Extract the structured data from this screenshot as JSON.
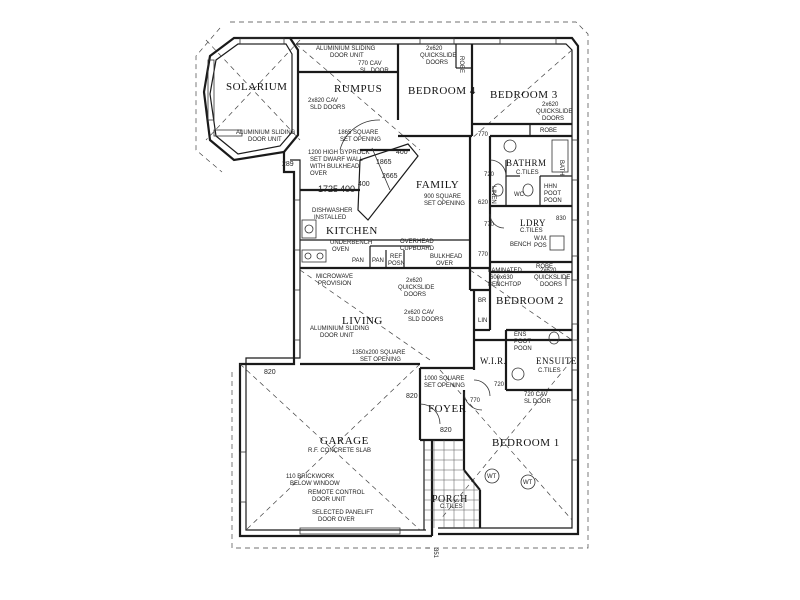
{
  "rooms": {
    "solarium": "SOLARIUM",
    "rumpus": "RUMPUS",
    "bedroom4": "BEDROOM 4",
    "bedroom3": "BEDROOM 3",
    "bathrm": "BATHRM",
    "family": "FAMILY",
    "kitchen": "KITCHEN",
    "ldry": "LDRY",
    "living": "LIVING",
    "bedroom2": "BEDROOM 2",
    "wir": "W.I.R.",
    "ensuite": "ENSUITE",
    "foyer": "FOYER",
    "garage": "GARAGE",
    "bedroom1": "BEDROOM 1",
    "porch": "PORCH"
  },
  "notes": {
    "alum_sliding_top_1": "ALUMINIUM SLIDING",
    "alum_sliding_top_2": "DOOR UNIT",
    "cav_770_1": "770 CAV",
    "cav_770_2": "SL. DOOR",
    "qs_b4_1": "2x620",
    "qs_b4_2": "QUICKSLIDE",
    "qs_b4_3": "DOORS",
    "robe_top": "ROBE",
    "qs_b3_1": "2x620",
    "qs_b3_2": "QUICKSLIDE",
    "qs_b3_3": "DOORS",
    "robe_b3": "ROBE",
    "cav_rumpus_1": "2x820 CAV",
    "cav_rumpus_2": "SLD DOORS",
    "alum_solar_1": "ALUMINIUM SLIDING",
    "alum_solar_2": "DOOR UNIT",
    "sq_1865_1": "1865 SQUARE",
    "sq_1865_2": "SET OPENING",
    "gyprock_1": "1200 HIGH GYPROCK",
    "gyprock_2": "SET DWARF WALL",
    "gyprock_3": "WITH BULKHEAD",
    "gyprock_4": "OVER",
    "dim_289": "289",
    "dim_1865": "1865",
    "dim_400a": "400",
    "dim_2665": "2665",
    "dim_400b": "400",
    "dim_1725": "1725",
    "dim_400c": "400",
    "dim_770a": "770",
    "dim_720a": "720",
    "dim_620a": "620",
    "dim_770b": "770",
    "dim_830": "830",
    "dim_770c": "770",
    "c_tiles_bath": "C.TILES",
    "bath": "BATH",
    "linen": "LINEN",
    "wc": "WC",
    "hhn_1": "HHN",
    "hhn_2": "POOT",
    "hhn_3": "POON",
    "sq_900_1": "900 SQUARE",
    "sq_900_2": "SET OPENING",
    "c_tiles_ldry": "C.TILES",
    "dishwasher_1": "DISHWASHER",
    "dishwasher_2": "INSTALLED",
    "underbench_1": "UNDERBENCH",
    "underbench_2": "OVEN",
    "overhead_1": "OVERHEAD",
    "overhead_2": "CUPBOARD",
    "bench": "BENCH",
    "wm": "W.M.",
    "pos": "POS",
    "robe_b2": "ROBE",
    "pan1": "PAN",
    "pan2": "PAN",
    "ref_1": "REF",
    "ref_2": "POSN",
    "bulkhead_1": "BULKHEAD",
    "bulkhead_2": "OVER",
    "laminated_1": "LAMINATED",
    "laminated_2": "600x630",
    "laminated_3": "BENCHTOP",
    "qs_b2_1": "2x620",
    "qs_b2_2": "QUICKSLIDE",
    "qs_b2_3": "DOORS",
    "microwave_1": "MICROWAVE",
    "microwave_2": "PROVISION",
    "qs_living_1": "2x620",
    "qs_living_2": "QUICKSLIDE",
    "qs_living_3": "DOORS",
    "br": "BR",
    "lin": "LIN",
    "alum_living_1": "ALUMINIUM SLIDING",
    "alum_living_2": "DOOR UNIT",
    "cav_living_1": "2x620 CAV",
    "cav_living_2": "SLD DOORS",
    "sq_1350_1": "1350x200 SQUARE",
    "sq_1350_2": "SET OPENING",
    "ens_1": "ENS",
    "ens_2": "POOT",
    "ens_3": "POON",
    "c_tiles_ens": "C.TILES",
    "dim_820a": "820",
    "sq_1000_1": "1000 SQUARE",
    "sq_1000_2": "SET OPENING",
    "dim_720b": "720",
    "dim_820b": "820",
    "dim_770d": "770",
    "cav_720_1": "720 CAV",
    "cav_720_2": "SL DOOR",
    "dim_820c": "820",
    "rf_slab": "R.F. CONCRETE SLAB",
    "brick_1": "110 BRICKWORK",
    "brick_2": "BELOW WINDOW",
    "remote_1": "REMOTE CONTROL",
    "remote_2": "DOOR UNIT",
    "panelift_1": "SELECTED PANELIFT",
    "panelift_2": "DOOR OVER",
    "c_tiles_porch": "C.TILES",
    "wt1": "WT",
    "wt2": "WT",
    "dim_351": "351"
  }
}
